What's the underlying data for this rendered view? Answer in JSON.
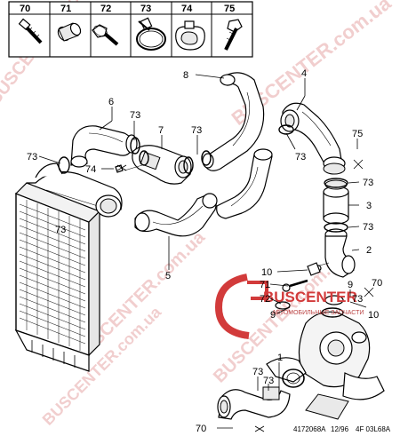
{
  "legend_numbers": [
    "70",
    "71",
    "72",
    "73",
    "74",
    "75"
  ],
  "callouts": {
    "c1": "1",
    "c2": "2",
    "c3": "3",
    "c4": "4",
    "c5": "5",
    "c6": "6",
    "c7": "7",
    "c8": "8",
    "c9a": "9",
    "c9b": "9",
    "c10a": "10",
    "c10b": "10",
    "c70a": "70",
    "c70b": "70",
    "c71": "71",
    "c72": "72",
    "c73a": "73",
    "c73b": "73",
    "c73c": "73",
    "c73d": "73",
    "c73e": "73",
    "c73f": "73",
    "c73g": "73",
    "c73h": "73",
    "c73i": "73",
    "c73j": "73",
    "c74": "74",
    "c75": "75"
  },
  "watermark": {
    "text": "BUSCENTER.com.ua",
    "brand_name": "BUSCENTER",
    "brand_tagline": "АВТОМОБИЛЬНЫЕ ЗАПЧАСТИ"
  },
  "footer": {
    "ref": "4172068A",
    "date": "12/96",
    "code": "4F 03L68A"
  },
  "colors": {
    "watermark": "#e7a7a7",
    "brand": "#d23b3b"
  }
}
